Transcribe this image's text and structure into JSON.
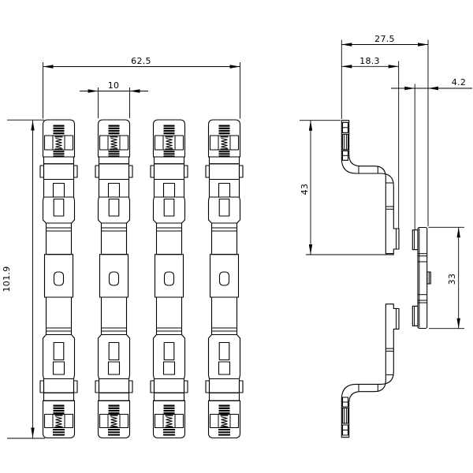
{
  "page": {
    "background": "#ffffff",
    "line_color": "#000000",
    "type": "technical-dimension-drawing"
  },
  "dimensions": {
    "front": {
      "overall_width": "62.5",
      "bar_width": "10",
      "overall_height": "101.9"
    },
    "side": {
      "overall_depth": "27.5",
      "bracket_depth": "18.3",
      "plate_thickness": "4.2",
      "bracket_height": "43",
      "plate_height": "33"
    }
  }
}
